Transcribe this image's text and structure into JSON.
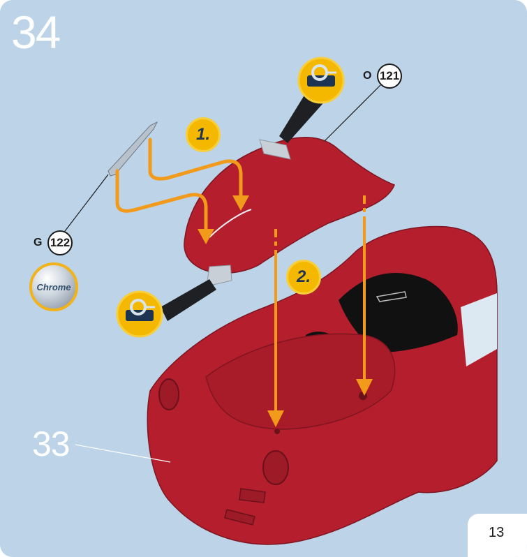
{
  "step": {
    "number": "34"
  },
  "reference": {
    "number": "33"
  },
  "page": {
    "number": "13"
  },
  "parts": {
    "hood": {
      "letter": "O",
      "number": "121"
    },
    "trim": {
      "letter": "G",
      "number": "122"
    }
  },
  "substeps": {
    "first": "1.",
    "second": "2."
  },
  "finish_badge": {
    "label": "Chrome"
  },
  "icons": [
    "glue-tape-icon",
    "glue-tape-icon",
    "chrome-finish-icon"
  ],
  "colors": {
    "background": "#bcd3e8",
    "car_body": "#b51f2d",
    "arrow": "#f29a1a",
    "substep_badge": "#f5b800"
  }
}
